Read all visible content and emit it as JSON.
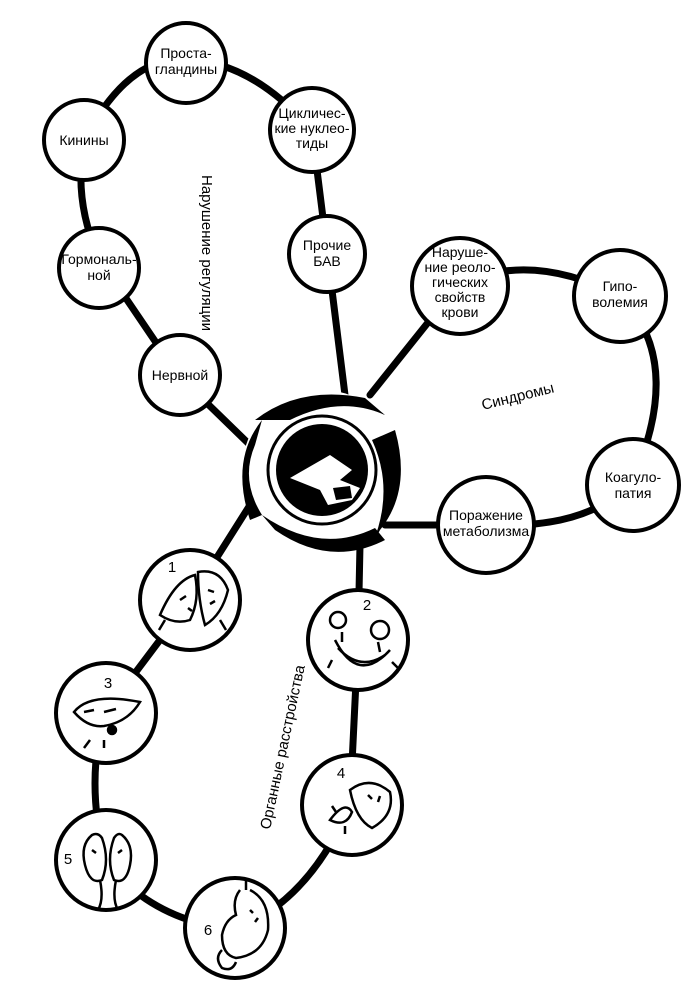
{
  "groups": {
    "regulation": "Нарушение регуляции",
    "syndromes": "Синдромы",
    "organ": "Органные расстройства"
  },
  "regulation_nodes": [
    {
      "lines": [
        "Проста-",
        "гландины"
      ]
    },
    {
      "lines": [
        "Цикличес-",
        "кие нуклео-",
        "тиды"
      ]
    },
    {
      "lines": [
        "Прочие",
        "БАВ"
      ]
    },
    {
      "lines": [
        "Кинины"
      ]
    },
    {
      "lines": [
        "Гормональ-",
        "ной"
      ]
    },
    {
      "lines": [
        "Нервной"
      ]
    }
  ],
  "syndrome_nodes": [
    {
      "lines": [
        "Наруше-",
        "ние реоло-",
        "гических",
        "свойств",
        "крови"
      ]
    },
    {
      "lines": [
        "Гипо-",
        "волемия"
      ]
    },
    {
      "lines": [
        "Коагуло-",
        "патия"
      ]
    },
    {
      "lines": [
        "Поражение",
        "метаболизма"
      ]
    }
  ],
  "organ_nodes": [
    {
      "number": "1"
    },
    {
      "number": "2"
    },
    {
      "number": "3"
    },
    {
      "number": "4"
    },
    {
      "number": "5"
    },
    {
      "number": "6"
    }
  ]
}
